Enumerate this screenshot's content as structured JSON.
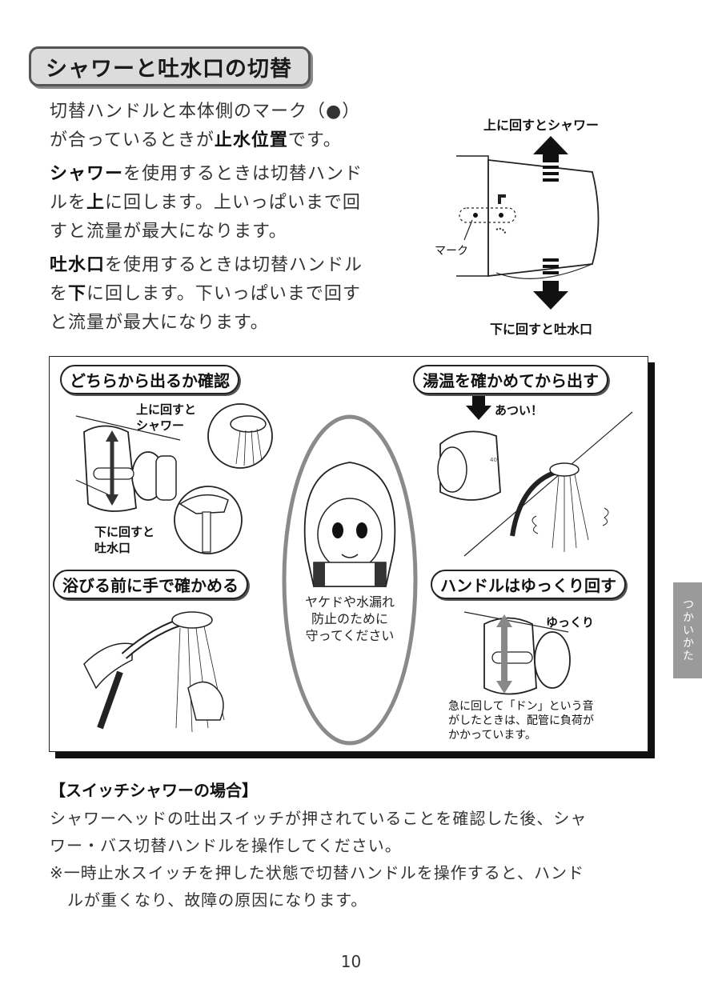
{
  "header": {
    "title": "シャワーと吐水口の切替"
  },
  "intro": {
    "p1_line1": "切替ハンドルと本体側のマーク（●）",
    "p1_line2_pre": "が合っているときが",
    "p1_line2_bold": "止水位置",
    "p1_line2_post": "です。",
    "p2_line1_bold": "シャワー",
    "p2_line1_post": "を使用するときは切替ハンド",
    "p2_line2_pre": "ルを",
    "p2_line2_bold": "上",
    "p2_line2_post": "に回します。上いっぱいまで回",
    "p2_line3": "すと流量が最大になります。",
    "p3_line1_bold": "吐水口",
    "p3_line1_post": "を使用するときは切替ハンドル",
    "p3_line2_pre": "を",
    "p3_line2_bold": "下",
    "p3_line2_post": "に回します。下いっぱいまで回す",
    "p3_line3": "と流量が最大になります。"
  },
  "diagram": {
    "up_label": "上に回すとシャワー",
    "down_label": "下に回すと吐水口",
    "mark_label": "マーク"
  },
  "panel": {
    "check_title": "どちらから出るか確認",
    "up_line1": "上に回すと",
    "up_line2": "シャワー",
    "down_line1": "下に回すと",
    "down_line2": "吐水口",
    "temp_title": "湯温を確かめてから出す",
    "hot_label": "あつい！",
    "dial_label": "40",
    "bath_title": "浴びる前に手で確かめる",
    "slow_title": "ハンドルはゆっくり回す",
    "slow_label": "ゆっくり",
    "center_line1": "ヤケドや水漏れ",
    "center_line2": "防止のために",
    "center_line3": "守ってください",
    "warn_line1": "急に回して「ドン」という音",
    "warn_line2": "がしたときは、配管に負荷が",
    "warn_line3": "かかっています。"
  },
  "switch_section": {
    "heading": "【スイッチシャワーの場合】",
    "line1": "シャワーヘッドの吐出スイッチが押されていることを確認した後、シャ",
    "line2": "ワー・バス切替ハンドルを操作してください。",
    "line3": "※一時止水スイッチを押した状態で切替ハンドルを操作すると、ハンド",
    "line4": "ルが重くなり、故障の原因になります。"
  },
  "side_tab": {
    "label": "つかいかた"
  },
  "page_number": "10"
}
